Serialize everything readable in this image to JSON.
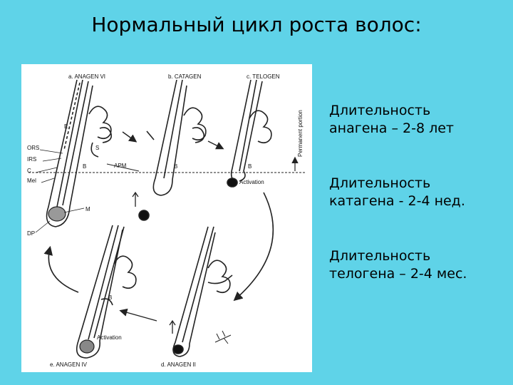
{
  "title": "Нормальный цикл роста волос:",
  "figure": {
    "stages": {
      "anagen_vi": "a. ANAGEN VI",
      "catagen": "b. CATAGEN",
      "telogen": "c. TELOGEN",
      "anagen_iv": "e. ANAGEN IV",
      "anagen_ii": "d. ANAGEN II"
    },
    "labels": {
      "E": "E",
      "S": "S",
      "ORS": "ORS",
      "IRS": "IRS",
      "C": "C",
      "Mel": "Mel",
      "B": "B",
      "APM": "APM",
      "M": "M",
      "DP": "DP",
      "activation_top": "Activation",
      "activation_bottom": "Activation",
      "permanent_portion": "Permanent portion"
    }
  },
  "facts": [
    "Длительность\nанагена – 2-8 лет",
    "Длительность\nкатагена - 2-4 нед.",
    "Длительность\nтелогена – 2-4 мес."
  ]
}
